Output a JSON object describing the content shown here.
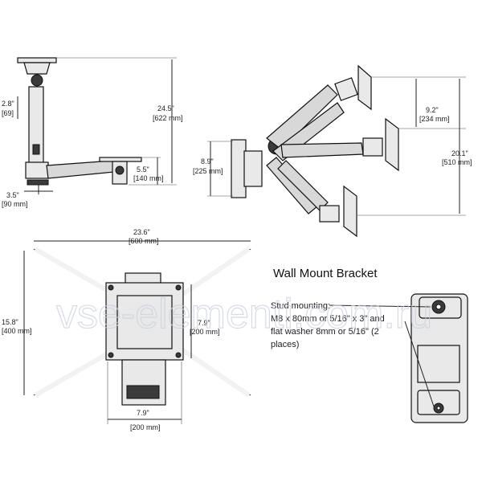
{
  "side_view": {
    "top_width": "2.8\"",
    "top_width_mm": "[69]",
    "height": "24.5\"",
    "height_mm": "[622 mm]",
    "drop": "5.5\"",
    "drop_mm": "[140 mm]",
    "base_width": "3.5\"",
    "base_width_mm": "[90 mm]"
  },
  "motion_view": {
    "plate_height": "8.9\"",
    "plate_height_mm": "[225 mm]",
    "upper_reach": "9.2\"",
    "upper_reach_mm": "[234 mm]",
    "total_height": "20.1\"",
    "total_height_mm": "[510 mm]"
  },
  "front_view": {
    "width": "23.6\"",
    "width_mm": "[600 mm]",
    "height": "15.8\"",
    "height_mm": "[400 mm]",
    "vesa_h": "7.9\"",
    "vesa_h_mm": "[200 mm]",
    "vesa_w": "7.9\"",
    "vesa_w_mm": "[200 mm]"
  },
  "bracket": {
    "title": "Wall Mount Bracket",
    "note_lines": [
      "Stud mounting:",
      "M8 x 80mm or 5/16\" x 3\" and",
      "flat washer 8mm or 5/16\" (2",
      "places)"
    ]
  },
  "watermark": "vse-elementi.com.ru"
}
